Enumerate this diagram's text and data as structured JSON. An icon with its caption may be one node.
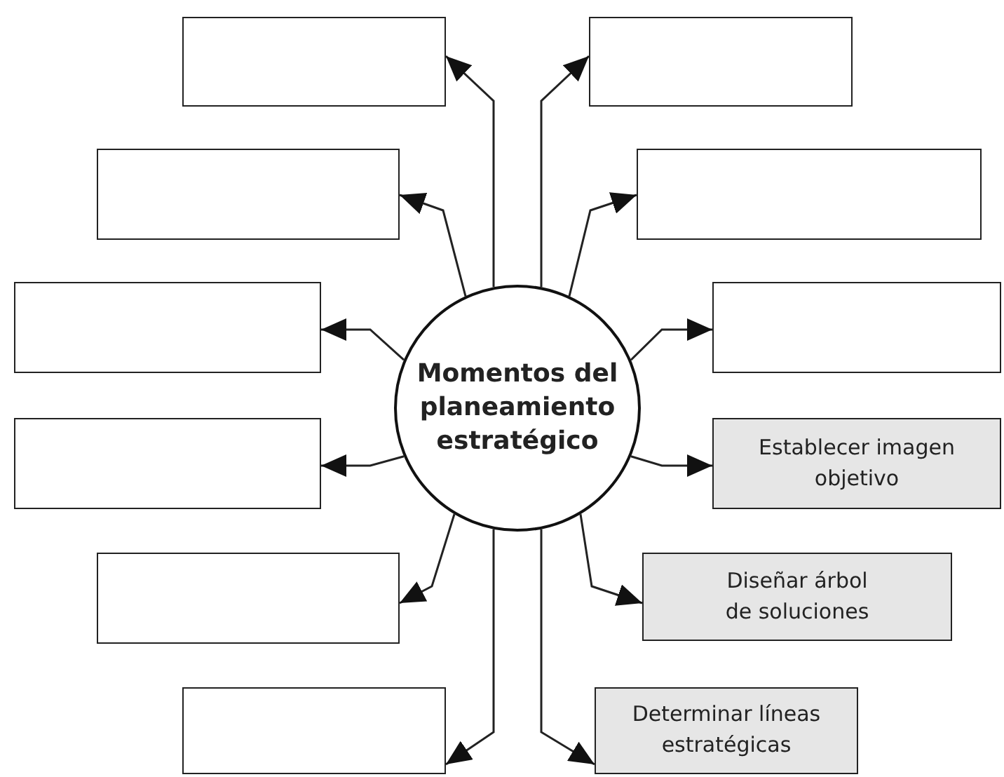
{
  "diagram": {
    "nodes": [
      {
        "text": [
          "Momentos del planeamiento estratégico"
        ]
      },
      {
        "text": [],
        "shape": "box"
      },
      {
        "text": [],
        "shape": "box"
      },
      {
        "text": [],
        "shape": "box"
      },
      {
        "text": [],
        "shape": "box"
      },
      {
        "text": [],
        "shape": "box"
      },
      {
        "text": [],
        "shape": "box"
      },
      {
        "text": [],
        "shape": "box"
      },
      {
        "text": [],
        "shape": "box"
      },
      {
        "text": [],
        "shape": "box"
      },
      {
        "text": [
          "Establecer imagen objetivo"
        ]
      },
      {
        "text": [
          "Diseñar árbol de soluciones"
        ]
      },
      {
        "text": [
          "Determinar líneas estratégicas"
        ]
      }
    ],
    "edges": [
      {
        "from": 0,
        "to": 1,
        "arrow": "to"
      },
      {
        "from": 0,
        "to": 2,
        "arrow": "to"
      },
      {
        "from": 0,
        "to": 3,
        "arrow": "to"
      },
      {
        "from": 0,
        "to": 4,
        "arrow": "to"
      },
      {
        "from": 0,
        "to": 5,
        "arrow": "to"
      },
      {
        "from": 0,
        "to": 6,
        "arrow": "to"
      },
      {
        "from": 0,
        "to": 7,
        "arrow": "to"
      },
      {
        "from": 0,
        "to": 8,
        "arrow": "to"
      },
      {
        "from": 0,
        "to": 9,
        "arrow": "to"
      },
      {
        "from": 0,
        "to": 10,
        "arrow": "to"
      },
      {
        "from": 0,
        "to": 11,
        "arrow": "to"
      },
      {
        "from": 0,
        "to": 12,
        "arrow": "to"
      }
    ]
  }
}
